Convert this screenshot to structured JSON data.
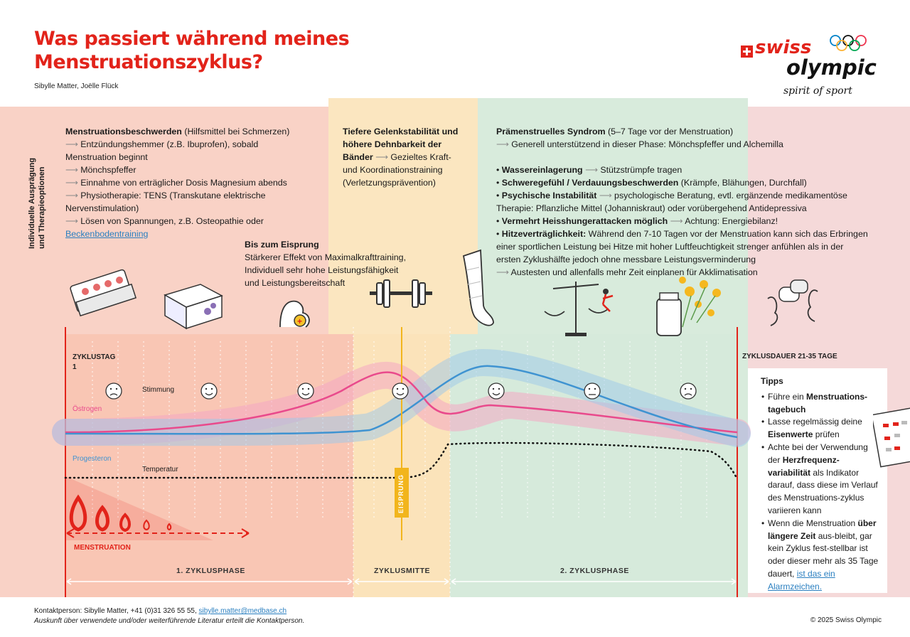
{
  "header": {
    "title_line1": "Was passiert während meines",
    "title_line2": "Menstruationszyklus?",
    "authors": "Sibylle Matter, Joëlle Flück"
  },
  "logo": {
    "swiss": "swiss",
    "olympic": "olympic",
    "tagline": "spirit of sport"
  },
  "side_label": {
    "line1": "Individuelle Ausprägung",
    "line2": "und Therapieoptionen"
  },
  "phase1_box": {
    "heading": "Menstruationsbeschwerden",
    "heading_rest": " (Hilfsmittel bei Schmerzen)",
    "item1a": "Entzündungshemmer (z.B. Ibuprofen), sobald",
    "item1b": "Menstruation beginnt",
    "item2": "Mönchspfeffer",
    "item3": "Einnahme von erträglicher Dosis Magnesium abends",
    "item4a": "Physiotherapie: TENS (Transkutane elektrische",
    "item4b": "Nervenstimulation)",
    "item5a": "Lösen von Spannungen, z.B. Osteopathie oder",
    "item5b_link": "Beckenbodentraining"
  },
  "ovulation_box": {
    "heading_line1": "Bis zum Eisprung",
    "line2": "Stärkerer Effekt von Maximalkrafttraining,",
    "line3": "Individuell sehr hohe Leistungsfähigkeit",
    "line4": "und Leistungsbereitschaft"
  },
  "middle_box": {
    "line1": "Tiefere Gelenkstabilität und",
    "line2": "höhere Dehnbarkeit der",
    "line3_bold": "Bänder",
    "line3_rest": "Gezieltes Kraft-",
    "line4": "und Koordinationstraining",
    "line5": "(Verletzungsprävention)"
  },
  "phase2_box": {
    "pms_heading": "Prämenstruelles Syndrom",
    "pms_rest": " (5–7 Tage vor der Menstruation)",
    "pms_line2": "Generell unterstützend in dieser Phase: Mönchspfeffer und Alchemilla",
    "b1_bold": "Wassereinlagerung",
    "b1_rest": "Stützstrümpfe tragen",
    "b2_bold": "Schweregefühl / Verdauungsbeschwerden",
    "b2_rest": " (Krämpfe, Blähungen, Durchfall)",
    "b3_bold": "Psychische Instabilität",
    "b3_rest": "psychologische Beratung, evtl. ergänzende medikamentöse",
    "b3_line2": "Therapie: Pflanzliche Mittel (Johanniskraut) oder vorübergehend Antidepressiva",
    "b4_bold": "Vermehrt Heisshungerattacken möglich",
    "b4_rest": "Achtung: Energiebilanz!",
    "b5_bold": "Hitzeverträglichkeit:",
    "b5_rest": " Während den 7-10 Tagen vor der Menstruation kann sich das Erbringen",
    "b5_line2": "einer sportlichen Leistung bei Hitze mit hoher Luftfeuchtigkeit strenger anfühlen als in der",
    "b5_line3": "ersten Zyklushälfte jedoch ohne messbare Leistungsverminderung",
    "b5_line4": "Austesten und allenfalls mehr Zeit einplanen für Akklimatisation"
  },
  "chart_labels": {
    "zyklustag": "ZYKLUSTAG",
    "day1": "1",
    "dauer": "ZYKLUSDAUER 21-35 TAGE",
    "stimmung": "Stimmung",
    "oestrogen": "Östrogen",
    "progesteron": "Progesteron",
    "temperatur": "Temperatur",
    "eisprung": "EISPRUNG",
    "menstruation": "MENSTRUATION",
    "phase1": "1. ZYKLUSPHASE",
    "mitte": "ZYKLUSMITTE",
    "phase2": "2. ZYKLUSPHASE"
  },
  "tips": {
    "heading": "Tipps",
    "t1_pre": "Führe ein ",
    "t1_bold": "Menstruations-tagebuch",
    "t2_pre": "Lasse regelmässig deine ",
    "t2_bold": "Eisenwerte",
    "t2_post": " prüfen",
    "t3_pre": "Achte bei der Verwendung der ",
    "t3_bold": "Herzfrequenz-variabilität",
    "t3_post": " als Indikator darauf, dass diese im Verlauf des Menstruations-zyklus variieren kann",
    "t4_pre": "Wenn die Menstruation ",
    "t4_bold": "über längere Zeit",
    "t4_post": " aus-bleibt, gar kein Zyklus fest-stellbar ist oder dieser mehr als 35 Tage dauert, ",
    "t4_link": "ist das ein Alarmzeichen."
  },
  "footer": {
    "contact_pre": "Kontaktperson: Sibylle Matter, +41 (0)31 326 55 55, ",
    "contact_email": "sibylle.matter@medbase.ch",
    "literature": "Auskunft über verwendete und/oder weiterführende Literatur erteilt die Kontaktperson.",
    "copyright": "© 2025 Swiss Olympic"
  },
  "colors": {
    "brand_red": "#e2231a",
    "phase1_bg": "#f8c9b8",
    "middle_bg": "#fbe4b8",
    "phase2_bg": "#d4ead8",
    "oestrogen": "#e94a8c",
    "progesteron": "#3f93d1"
  },
  "moods": [
    "sad",
    "happy",
    "happy",
    "happy",
    "happy",
    "neutral",
    "sad"
  ],
  "icons": [
    "pill-blister-icon",
    "medicine-box-icon",
    "flexed-arm-icon",
    "dumbbell-icon",
    "compression-stocking-icon",
    "balance-scale-icon",
    "herbal-medicine-icon",
    "conversation-icon"
  ]
}
